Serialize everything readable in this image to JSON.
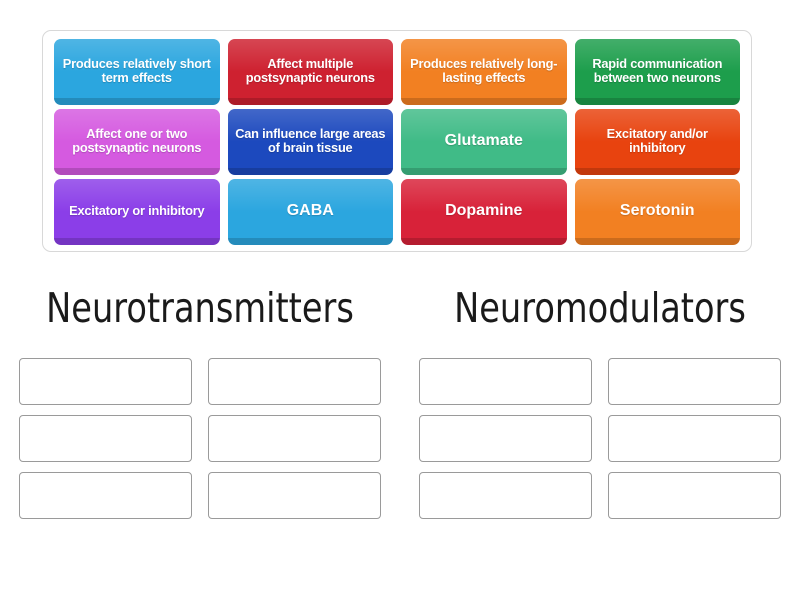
{
  "activity": {
    "type": "group-sort",
    "tray_label": "draggable-tiles-tray"
  },
  "tiles": [
    {
      "id": "tile-1",
      "label": "Produces relatively short term effects",
      "color": "#2BA6DF",
      "size": "small"
    },
    {
      "id": "tile-2",
      "label": "Affect multiple postsynaptic neurons",
      "color": "#CE2130",
      "size": "small"
    },
    {
      "id": "tile-3",
      "label": "Produces relatively long-lasting effects",
      "color": "#F28022",
      "size": "small"
    },
    {
      "id": "tile-4",
      "label": "Rapid communication between two neurons",
      "color": "#1D9E4C",
      "size": "small"
    },
    {
      "id": "tile-5",
      "label": "Affect one or two postsynaptic neurons",
      "color": "#D55AE0",
      "size": "small"
    },
    {
      "id": "tile-6",
      "label": "Can influence large areas of brain tissue",
      "color": "#1C49BE",
      "size": "small"
    },
    {
      "id": "tile-7",
      "label": "Glutamate",
      "color": "#40BB87",
      "size": "big"
    },
    {
      "id": "tile-8",
      "label": "Excitatory and/or inhibitory",
      "color": "#E8430F",
      "size": "small"
    },
    {
      "id": "tile-9",
      "label": "Excitatory or inhibitory",
      "color": "#8B3EE8",
      "size": "small"
    },
    {
      "id": "tile-10",
      "label": "GABA",
      "color": "#2BA6DF",
      "size": "big"
    },
    {
      "id": "tile-11",
      "label": "Dopamine",
      "color": "#D82239",
      "size": "big"
    },
    {
      "id": "tile-12",
      "label": "Serotonin",
      "color": "#F28022",
      "size": "big"
    }
  ],
  "categories": [
    {
      "id": "category-neurotransmitters",
      "title": "Neurotransmitters",
      "dropzones": [
        "",
        "",
        "",
        "",
        "",
        ""
      ]
    },
    {
      "id": "category-neuromodulators",
      "title": "Neuromodulators",
      "dropzones": [
        "",
        "",
        "",
        "",
        "",
        ""
      ]
    }
  ],
  "colors": {
    "tray_border": "#d8d8d8",
    "dropzone_border": "#9a9a9a",
    "page_background": "#ffffff",
    "heading_text": "#1a1a1a"
  }
}
